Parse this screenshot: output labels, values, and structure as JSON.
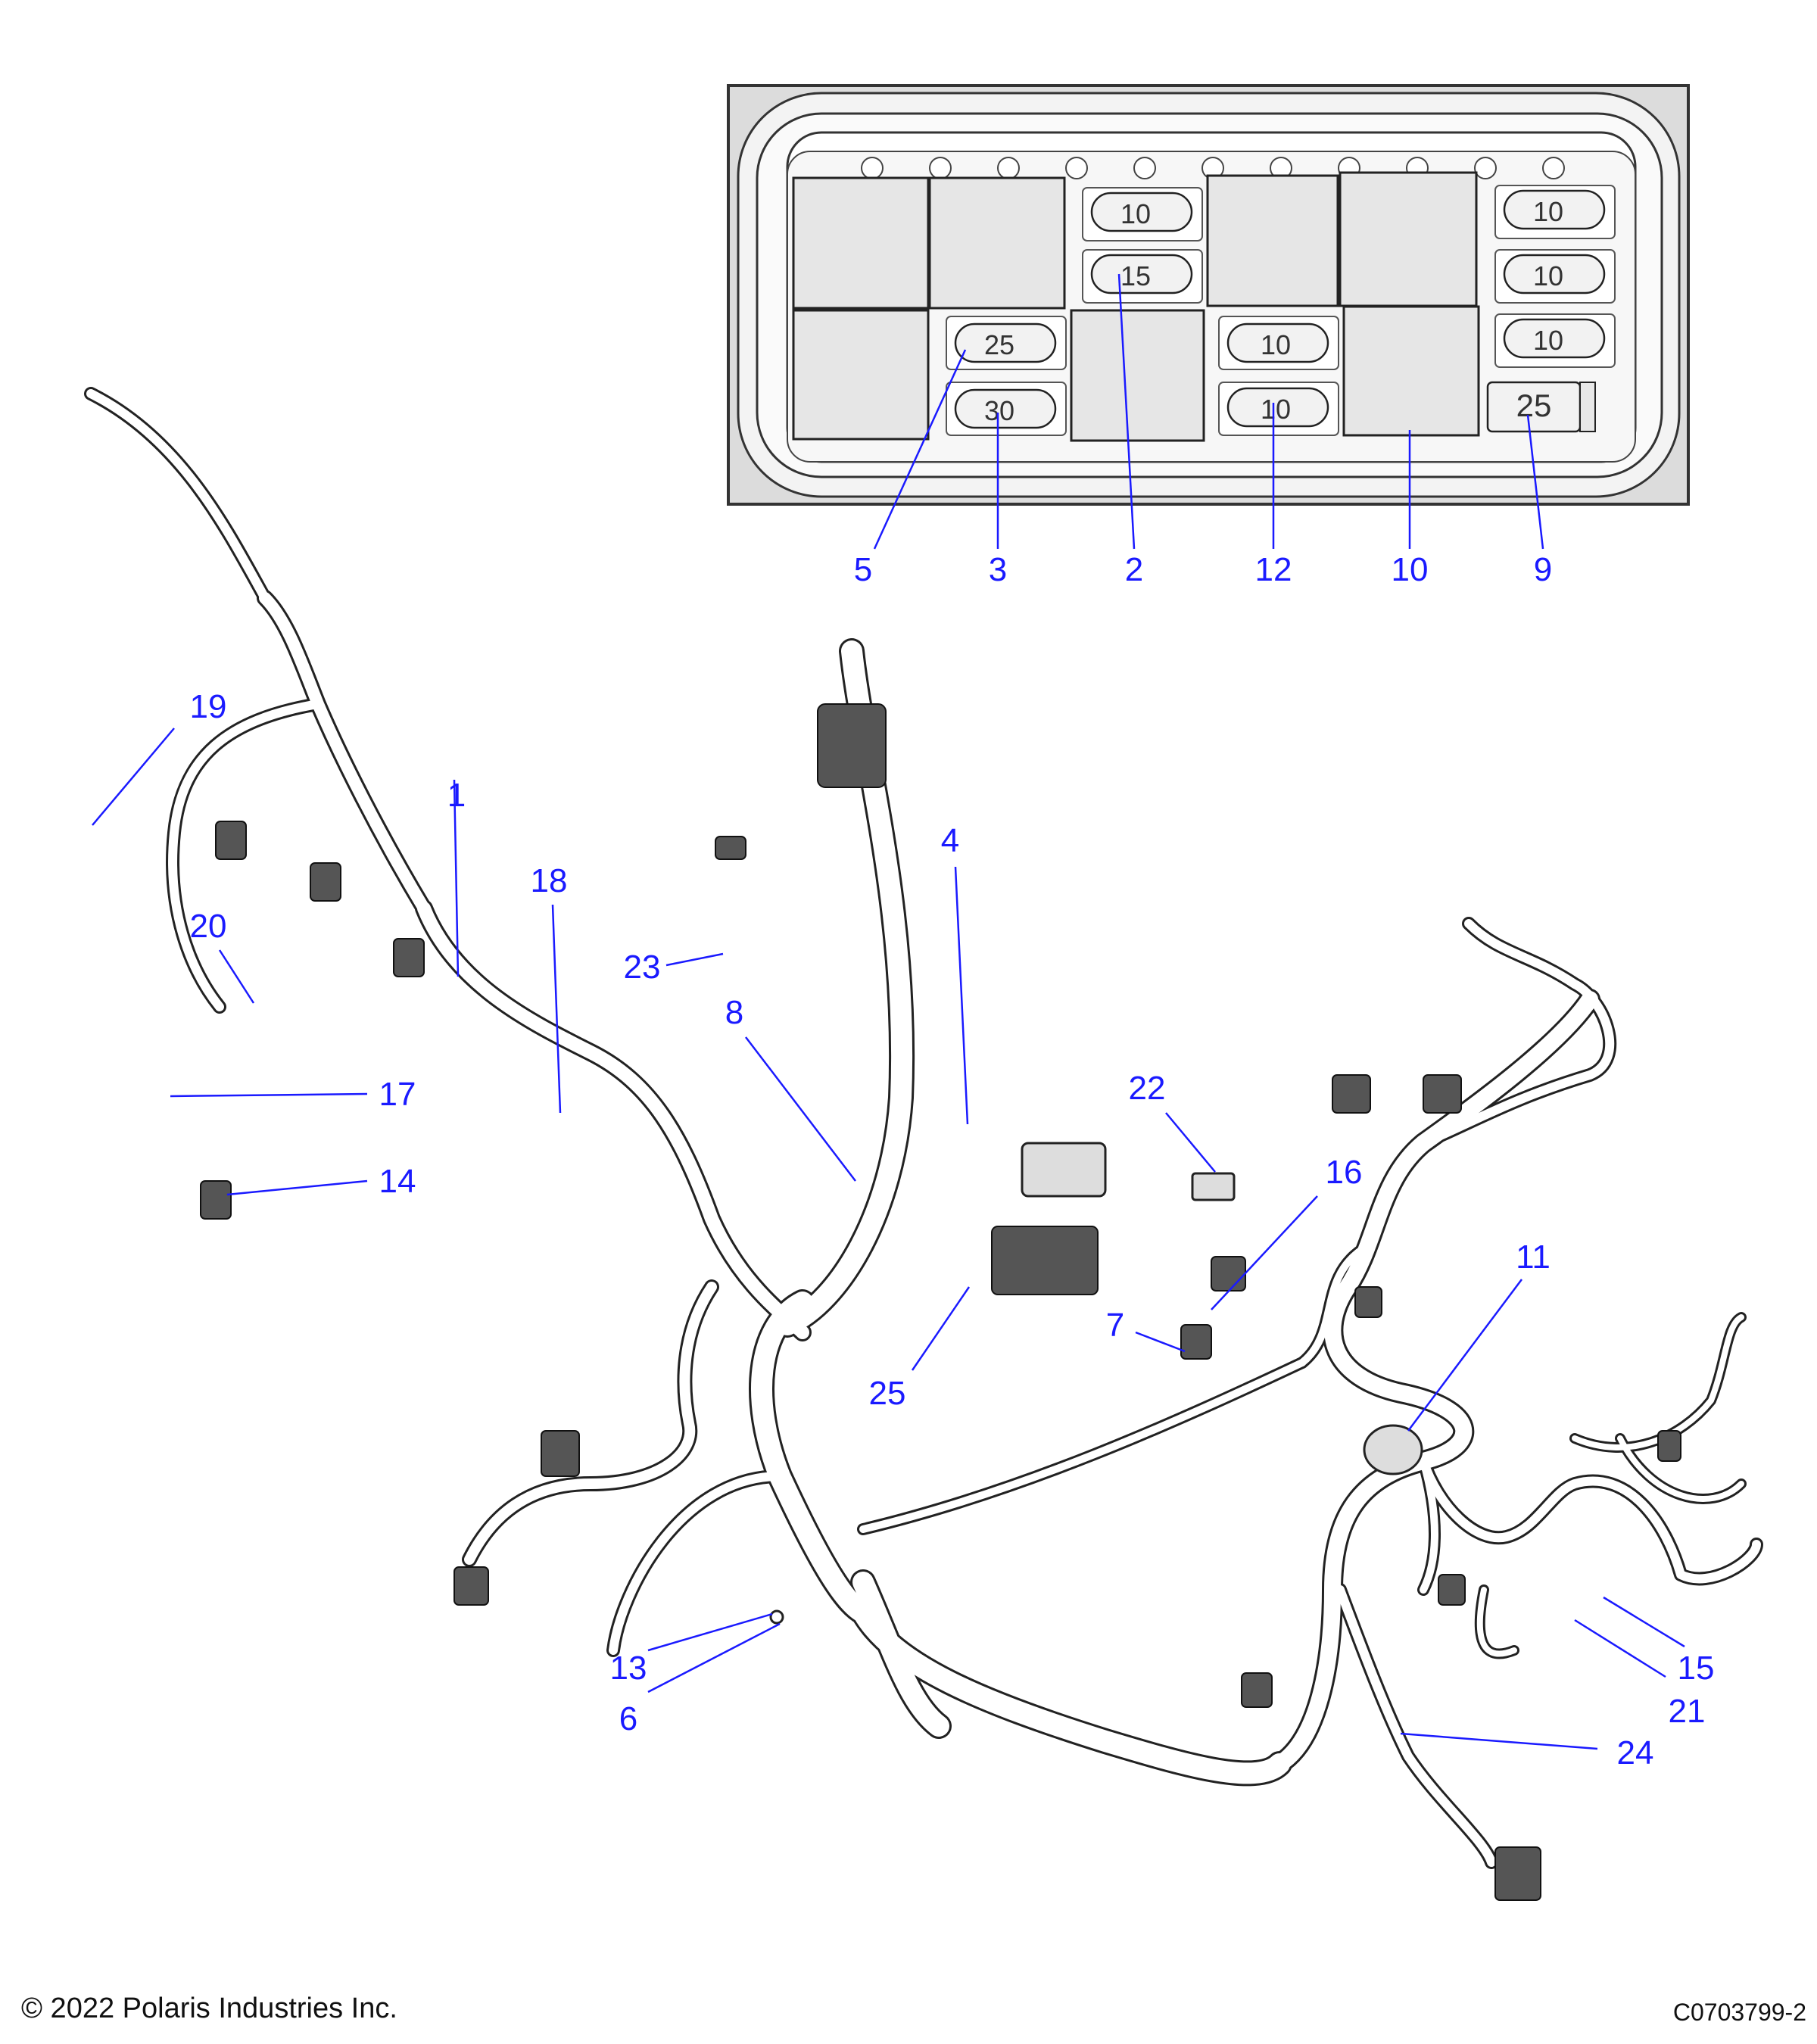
{
  "footer": {
    "copyright": "© 2022 Polaris Industries Inc.",
    "drawing_code": "C0703799-2"
  },
  "colors": {
    "callout": "#1a1aff",
    "line": "#222222"
  },
  "fuse_box": {
    "fuse_ratings": [
      "10",
      "15",
      "10",
      "10",
      "10",
      "25",
      "30",
      "10",
      "10",
      "25"
    ]
  },
  "callouts": [
    "5",
    "3",
    "2",
    "12",
    "10",
    "9",
    "19",
    "1",
    "18",
    "20",
    "23",
    "17",
    "14",
    "8",
    "4",
    "22",
    "16",
    "11",
    "7",
    "25",
    "13",
    "6",
    "24",
    "15",
    "21"
  ]
}
